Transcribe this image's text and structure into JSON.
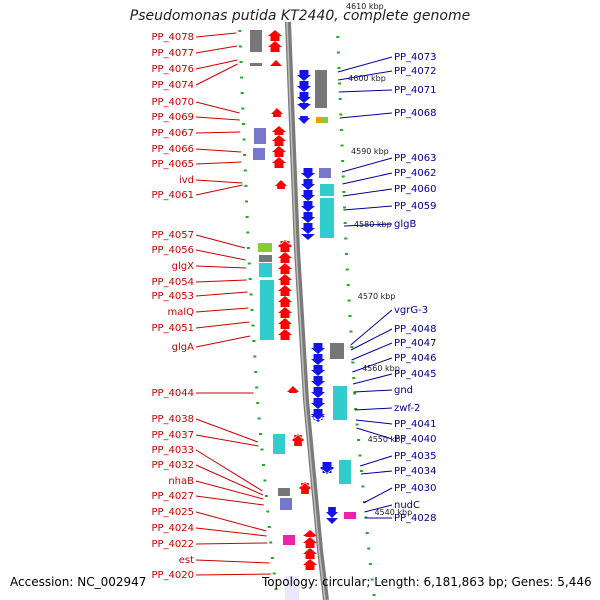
{
  "title": "Pseudomonas putida KT2440, complete genome",
  "accession": "Accession: NC_002947",
  "summary": "Topology: circular; Length: 6,181,863 bp; Genes: 5,446",
  "colors": {
    "left_label": "#cc0000",
    "right_label": "#000099",
    "reverse_strand_gene": "#ff0000",
    "forward_strand_gene": "#1414e6",
    "backbone": "#888888",
    "tick": "#22aa22",
    "cds_cyan": "#33cccc",
    "cds_grey": "#777777",
    "cds_purple": "#7777cc",
    "cds_magenta": "#ee22aa",
    "cds_green": "#88cc33",
    "cds_orange": "#ff9900"
  },
  "scale_labels": [
    "4610 kbp",
    "4600 kbp",
    "4590 kbp",
    "4580 kbp",
    "4570 kbp",
    "4560 kbp",
    "4550 kbp",
    "4540 kbp"
  ],
  "left_labels": [
    "PP_4078",
    "PP_4077",
    "PP_4076",
    "PP_4074",
    "PP_4070",
    "PP_4069",
    "PP_4067",
    "PP_4066",
    "PP_4065",
    "ivd",
    "PP_4061",
    "PP_4057",
    "PP_4056",
    "glgX",
    "PP_4054",
    "PP_4053",
    "malQ",
    "PP_4051",
    "glgA",
    "PP_4044",
    "PP_4038",
    "PP_4037",
    "PP_4033",
    "PP_4032",
    "nhaB",
    "PP_4027",
    "PP_4025",
    "PP_4024",
    "PP_4022",
    "est",
    "PP_4020"
  ],
  "right_labels": [
    "PP_4073",
    "PP_4072",
    "PP_4071",
    "PP_4068",
    "PP_4063",
    "PP_4062",
    "PP_4060",
    "PP_4059",
    "glgB",
    "vgrG-3",
    "PP_4048",
    "PP_4047",
    "PP_4046",
    "PP_4045",
    "gnd",
    "zwf-2",
    "PP_4041",
    "PP_4040",
    "PP_4035",
    "PP_4034",
    "PP_4030",
    "nudC",
    "PP_4028"
  ]
}
